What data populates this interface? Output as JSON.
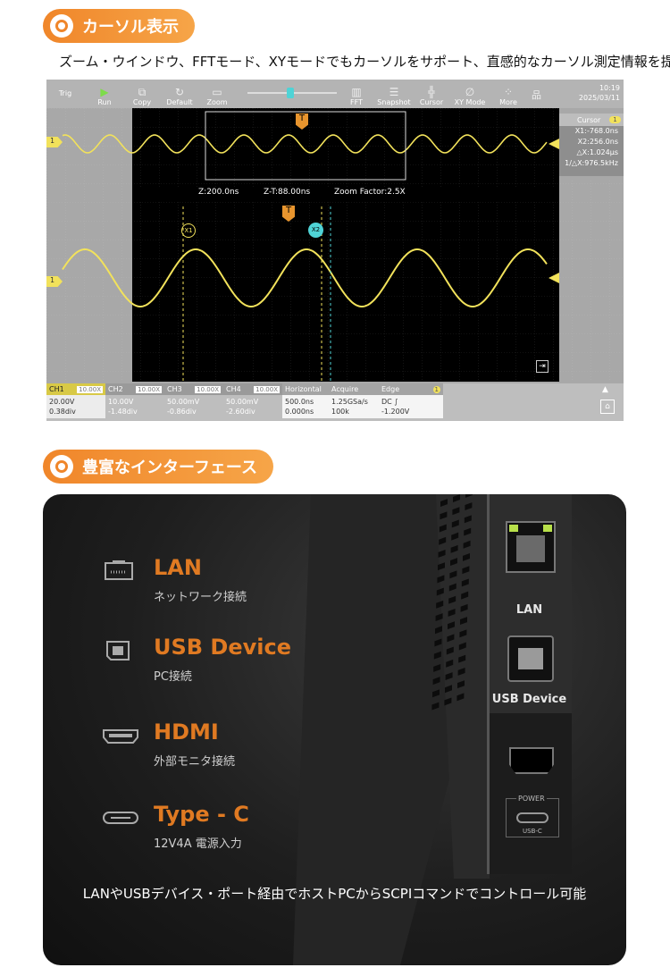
{
  "section1": {
    "title": "カーソル表示",
    "description": "ズーム・ウインドウ、FFTモード、XYモードでもカーソルをサポート、直感的なカーソル測定情報を提供"
  },
  "scope": {
    "toolbar": {
      "trig": "Trig",
      "buttons": [
        "Run",
        "Copy",
        "Default",
        "Zoom"
      ],
      "right_buttons": [
        "FFT",
        "Snapshot",
        "Cursor",
        "XY Mode",
        "More"
      ],
      "time": "10:19",
      "date": "2025/03/11"
    },
    "overview": {
      "z": "Z:200.0ns",
      "zt": "Z-T:88.00ns",
      "zoom_factor": "Zoom Factor:2.5X"
    },
    "markers": {
      "trigger": "T",
      "ch": "1",
      "x1": "X1",
      "x2": "X2"
    },
    "cursor_panel": {
      "title": "Cursor",
      "badge": "1",
      "rows": [
        "X1:-768.0ns",
        "X2:256.0ns",
        "△X:1.024μs",
        "1/△X:976.5kHz"
      ]
    },
    "channels": [
      {
        "name": "CH1",
        "tag": "10.00X",
        "v1": "20.00V",
        "v2": "0.38div"
      },
      {
        "name": "CH2",
        "tag": "10.00X",
        "v1": "10.00V",
        "v2": "-1.48div"
      },
      {
        "name": "CH3",
        "tag": "10.00X",
        "v1": "50.00mV",
        "v2": "-0.86div"
      },
      {
        "name": "CH4",
        "tag": "10.00X",
        "v1": "50.00mV",
        "v2": "-2.60div"
      }
    ],
    "horizontal": {
      "title": "Horizontal",
      "v1": "500.0ns",
      "v2": "0.000ns"
    },
    "acquire": {
      "title": "Acquire",
      "v1": "1.25GSa/s",
      "v2": "100k"
    },
    "edge": {
      "title": "Edge",
      "badge": "1",
      "v1": "DC ∫",
      "v2": "-1.200V"
    }
  },
  "section2": {
    "title": "豊富なインターフェース",
    "interfaces": [
      {
        "name": "LAN",
        "sub": "ネットワーク接続"
      },
      {
        "name": "USB Device",
        "sub": "PC接続"
      },
      {
        "name": "HDMI",
        "sub": "外部モニタ接続"
      },
      {
        "name": "Type - C",
        "sub": "12V4A 電源入力"
      }
    ],
    "port_labels": {
      "lan": "LAN",
      "usb": "USB Device",
      "power": "POWER",
      "usbc": "USB-C"
    },
    "footer": "LANやUSBデバイス・ポート経由でホストPCからSCPIコマンドでコントロール可能"
  },
  "colors": {
    "accent": "#f0862a",
    "trace": "#f2e25b",
    "x2": "#4fd3d6"
  }
}
